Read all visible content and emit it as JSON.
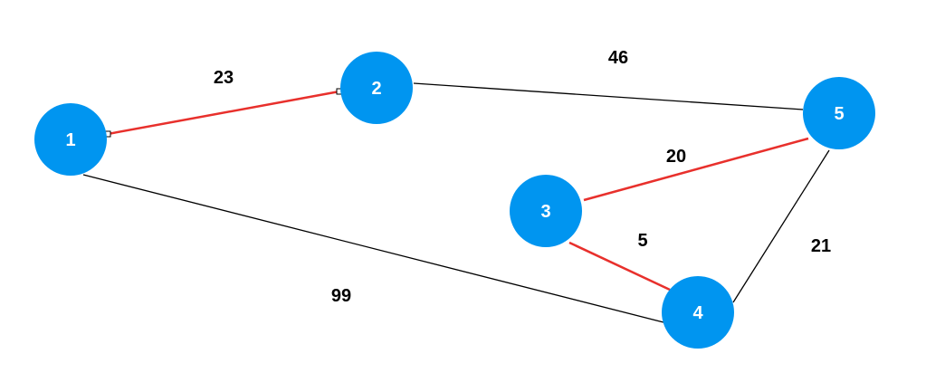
{
  "colors": {
    "node_fill": "#0095F0",
    "edge_default": "#000000",
    "edge_highlight": "#E8302C",
    "label_text": "#000000",
    "node_text": "#FFFFFF"
  },
  "nodes": [
    {
      "id": "1",
      "label": "1"
    },
    {
      "id": "2",
      "label": "2"
    },
    {
      "id": "3",
      "label": "3"
    },
    {
      "id": "4",
      "label": "4"
    },
    {
      "id": "5",
      "label": "5"
    }
  ],
  "edges": [
    {
      "from": "1",
      "to": "2",
      "weight": "23",
      "highlighted": true
    },
    {
      "from": "2",
      "to": "5",
      "weight": "46",
      "highlighted": false
    },
    {
      "from": "3",
      "to": "5",
      "weight": "20",
      "highlighted": true
    },
    {
      "from": "3",
      "to": "4",
      "weight": "5",
      "highlighted": true
    },
    {
      "from": "4",
      "to": "5",
      "weight": "21",
      "highlighted": false
    },
    {
      "from": "1",
      "to": "4",
      "weight": "99",
      "highlighted": false
    }
  ]
}
